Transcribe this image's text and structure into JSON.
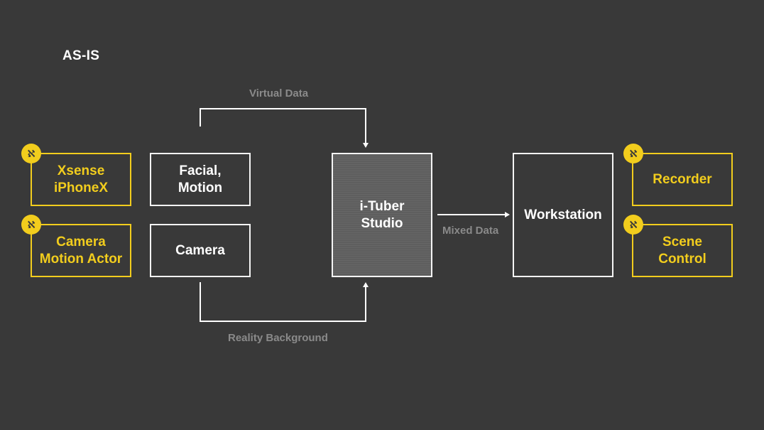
{
  "title": "AS-IS",
  "badge_icon": "slashed-device-icon",
  "badge_glyph": "ℵ",
  "colors": {
    "background": "#393939",
    "accent": "#f2cd1d",
    "box_border": "#f5f5f5",
    "label": "#8a8a8a"
  },
  "left_inputs": [
    {
      "line1": "Xsense",
      "line2": "iPhoneX"
    },
    {
      "line1": "Camera",
      "line2": "Motion Actor"
    }
  ],
  "middle_boxes": [
    {
      "line1": "Facial,",
      "line2": "Motion"
    },
    {
      "line1": "Camera",
      "line2": ""
    }
  ],
  "studio": {
    "line1": "i-Tuber",
    "line2": "Studio"
  },
  "workstation": "Workstation",
  "right_outputs": [
    {
      "line1": "Recorder",
      "line2": ""
    },
    {
      "line1": "Scene",
      "line2": "Control"
    }
  ],
  "flows": {
    "virtual": "Virtual Data",
    "reality": "Reality Background",
    "mixed": "Mixed Data"
  }
}
